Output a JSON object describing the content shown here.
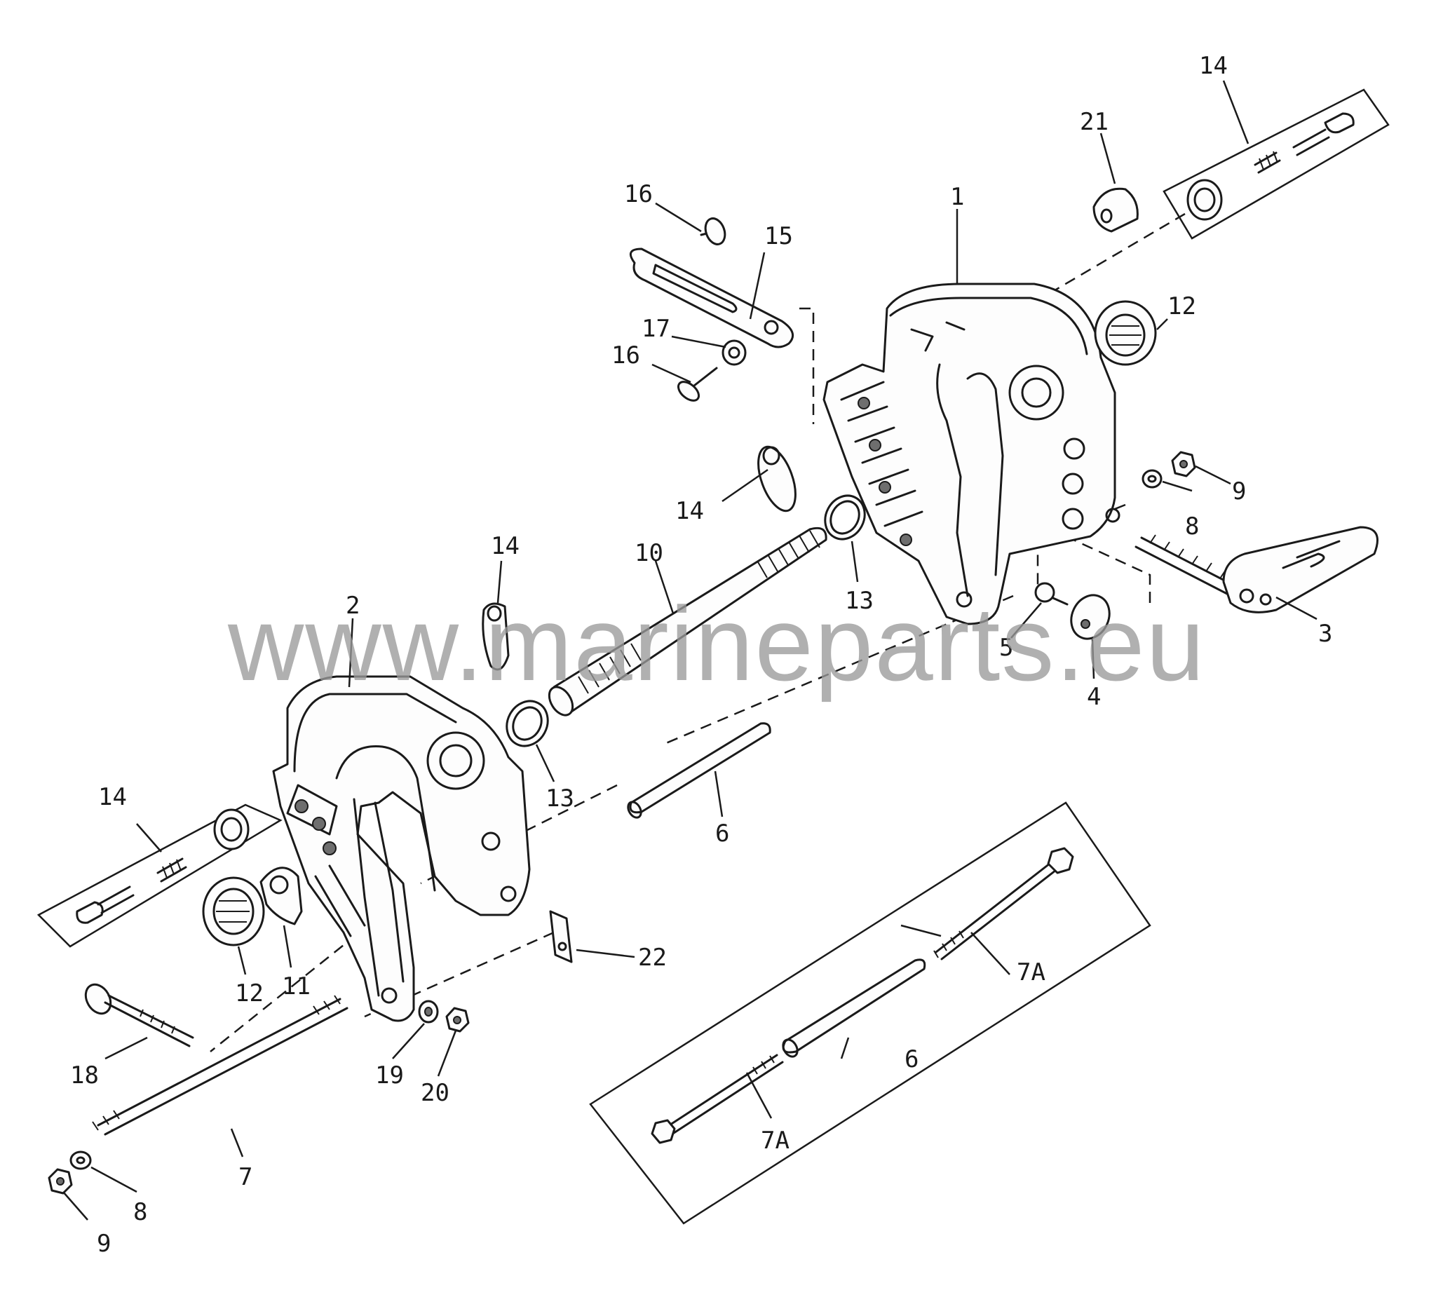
{
  "watermark": "www.marineparts.eu",
  "callouts": {
    "c1": "1",
    "c2": "2",
    "c3": "3",
    "c4": "4",
    "c5": "5",
    "c6a": "6",
    "c6b": "6",
    "c7": "7",
    "c7a_1": "7A",
    "c7a_2": "7A",
    "c8a": "8",
    "c8b": "8",
    "c9a": "9",
    "c9b": "9",
    "c10": "10",
    "c11": "11",
    "c12a": "12",
    "c12b": "12",
    "c13a": "13",
    "c13b": "13",
    "c14a": "14",
    "c14b": "14",
    "c14c": "14",
    "c14d": "14",
    "c15": "15",
    "c16a": "16",
    "c16b": "16",
    "c17": "17",
    "c18": "18",
    "c19": "19",
    "c20": "20",
    "c21": "21",
    "c22": "22"
  }
}
